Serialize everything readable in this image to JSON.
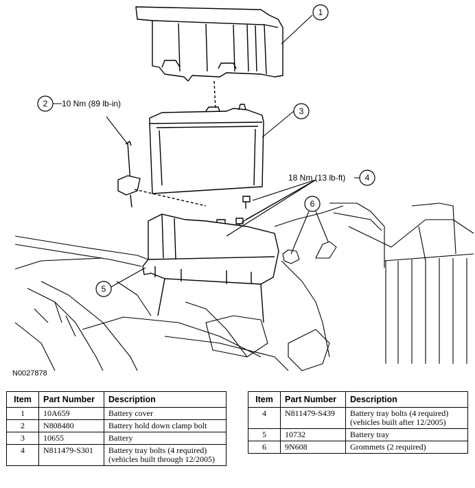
{
  "figure": {
    "id": "N0027878",
    "callouts": {
      "c1": "1",
      "c2": "2",
      "c2_torque": "10 Nm (89 lb-in)",
      "c3": "3",
      "c4": "4",
      "c4_torque": "18 Nm (13 lb-ft)",
      "c5": "5",
      "c6": "6"
    }
  },
  "tables": {
    "headers": {
      "item": "Item",
      "part": "Part Number",
      "desc": "Description"
    },
    "left": [
      {
        "item": "1",
        "part": "10A659",
        "desc": "Battery cover"
      },
      {
        "item": "2",
        "part": "N808480",
        "desc": "Battery hold down clamp bolt"
      },
      {
        "item": "3",
        "part": "10655",
        "desc": "Battery"
      },
      {
        "item": "4",
        "part": "N811479-S301",
        "desc": "Battery tray bolts (4 required)(vehicles built through 12/2005)"
      }
    ],
    "right": [
      {
        "item": "4",
        "part": "N811479-S439",
        "desc": "Battery tray bolts (4 required)(vehicles built after 12/2005)"
      },
      {
        "item": "5",
        "part": "10732",
        "desc": "Battery tray"
      },
      {
        "item": "6",
        "part": "9N608",
        "desc": "Grommets (2 required)"
      }
    ]
  }
}
